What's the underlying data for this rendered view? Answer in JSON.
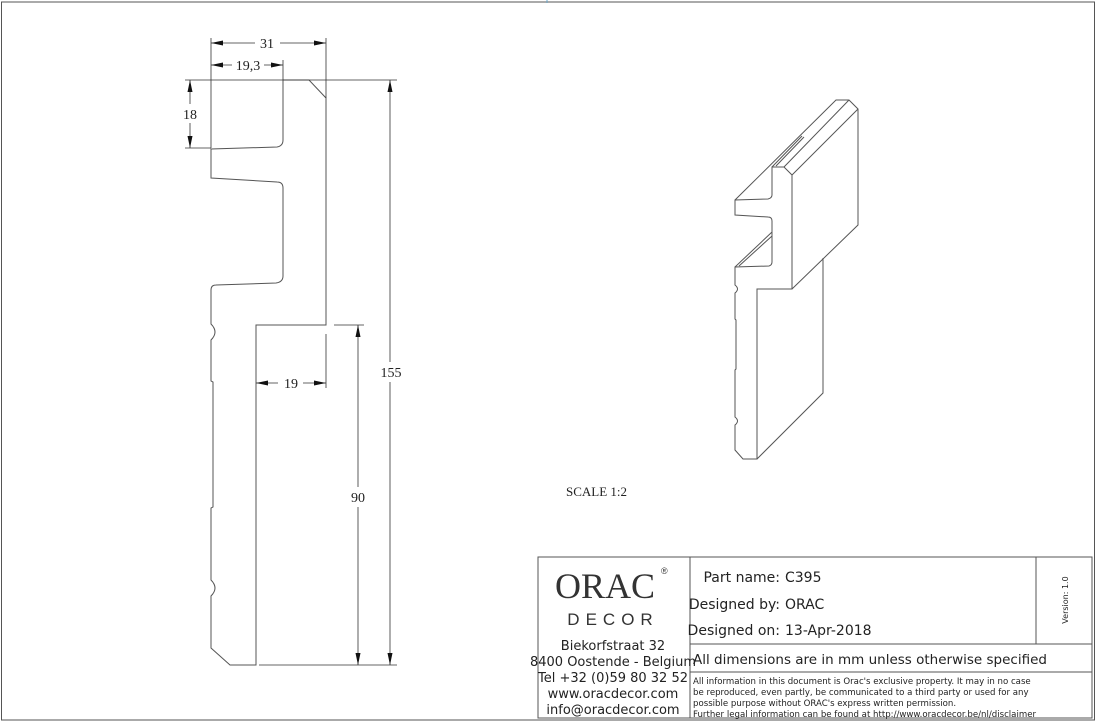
{
  "drawing": {
    "dimensions": {
      "width_total": "31",
      "width_groove": "19,3",
      "height_top": "18",
      "height_total": "155",
      "height_lower": "90",
      "width_lower": "19"
    },
    "scale_label": "SCALE  1:2"
  },
  "title_block": {
    "logo": {
      "main": "ORAC",
      "registered": "®",
      "sub": "DECOR"
    },
    "address": [
      "Biekorfstraat 32",
      "8400 Oostende - Belgium",
      "Tel  +32 (0)59 80 32 52",
      "www.oracdecor.com",
      "info@oracdecor.com"
    ],
    "part_name_label": "Part name:",
    "part_name": "C395",
    "designed_by_label": "Designed by:",
    "designed_by": "ORAC",
    "designed_on_label": "Designed on:",
    "designed_on": "13-Apr-2018",
    "version": "Version: 1.0",
    "units_note": "All dimensions are in mm unless otherwise specified",
    "legal": [
      "All information in this document is Orac's exclusive property.  It may in no case",
      "be reproduced, even partly, be communicated to a third party or used for any",
      "possible purpose without ORAC's express written permission.",
      "Further legal information can be found at http://www.oracdecor.be/nl/disclaimer"
    ]
  }
}
